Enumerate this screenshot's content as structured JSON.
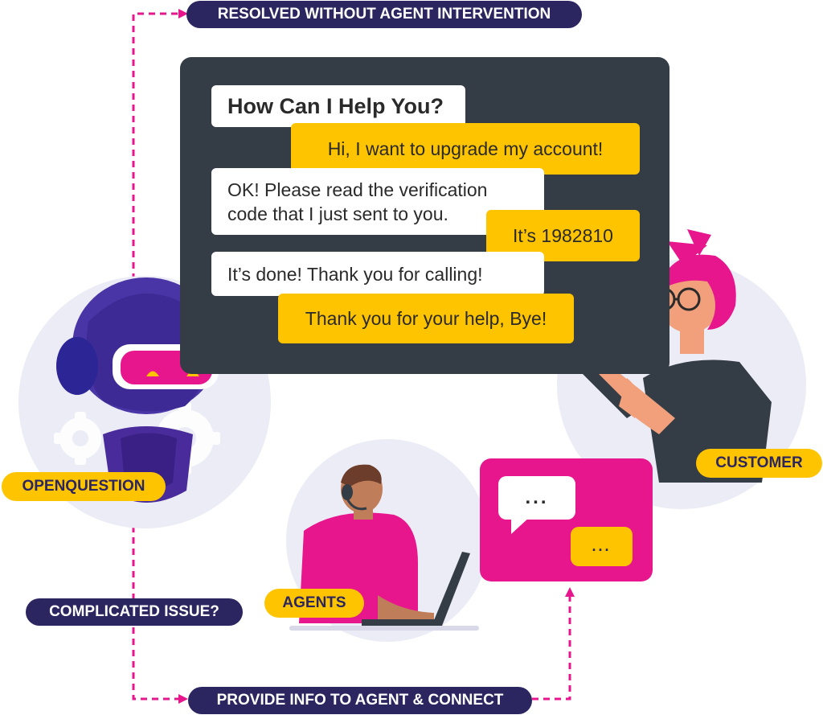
{
  "flow_labels": {
    "resolved": "RESOLVED WITHOUT AGENT INTERVENTION",
    "complicated": "COMPLICATED ISSUE?",
    "provide_info": "PROVIDE INFO TO AGENT & CONNECT"
  },
  "actors": {
    "bot": "OPENQUESTION",
    "customer": "CUSTOMER",
    "agents": "AGENTS"
  },
  "chat": {
    "messages": [
      {
        "text": "How Can I Help You?"
      },
      {
        "text": "Hi, I want to upgrade my account!"
      },
      {
        "text": "OK! Please read the verification\ncode that I just sent to you."
      },
      {
        "text": "It’s 1982810"
      },
      {
        "text": "It’s done! Thank you for calling!"
      },
      {
        "text": "Thank you for your help, Bye!"
      }
    ]
  },
  "typing_indicators": {
    "white_card": "...",
    "yellow_card": "..."
  },
  "colors": {
    "navy": "#2b2560",
    "yellow": "#ffc400",
    "magenta": "#e8168c",
    "panel": "#343d45",
    "circle": "#ececf6"
  }
}
